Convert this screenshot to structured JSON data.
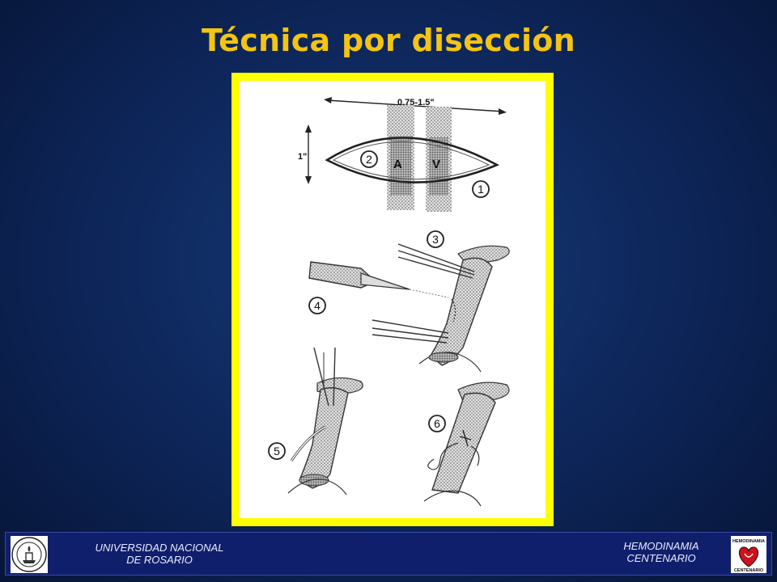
{
  "title": "Técnica por disección",
  "figure": {
    "measure_width": "0.75-1.5\"",
    "measure_height": "1\"",
    "vessel_a": "A",
    "vessel_v": "V",
    "steps": [
      "1",
      "2",
      "3",
      "4",
      "5",
      "6"
    ]
  },
  "footer": {
    "left_line1": "UNIVERSIDAD NACIONAL",
    "left_line2": "DE ROSARIO",
    "right_line1": "HEMODINAMIA",
    "right_line2": "CENTENARIO",
    "logo_right_top": "HEMODINAMIA",
    "logo_right_bottom": "CENTENARIO"
  },
  "colors": {
    "title": "#f3c413",
    "frame": "#ffff00",
    "footer_bg": "#101f6c"
  }
}
